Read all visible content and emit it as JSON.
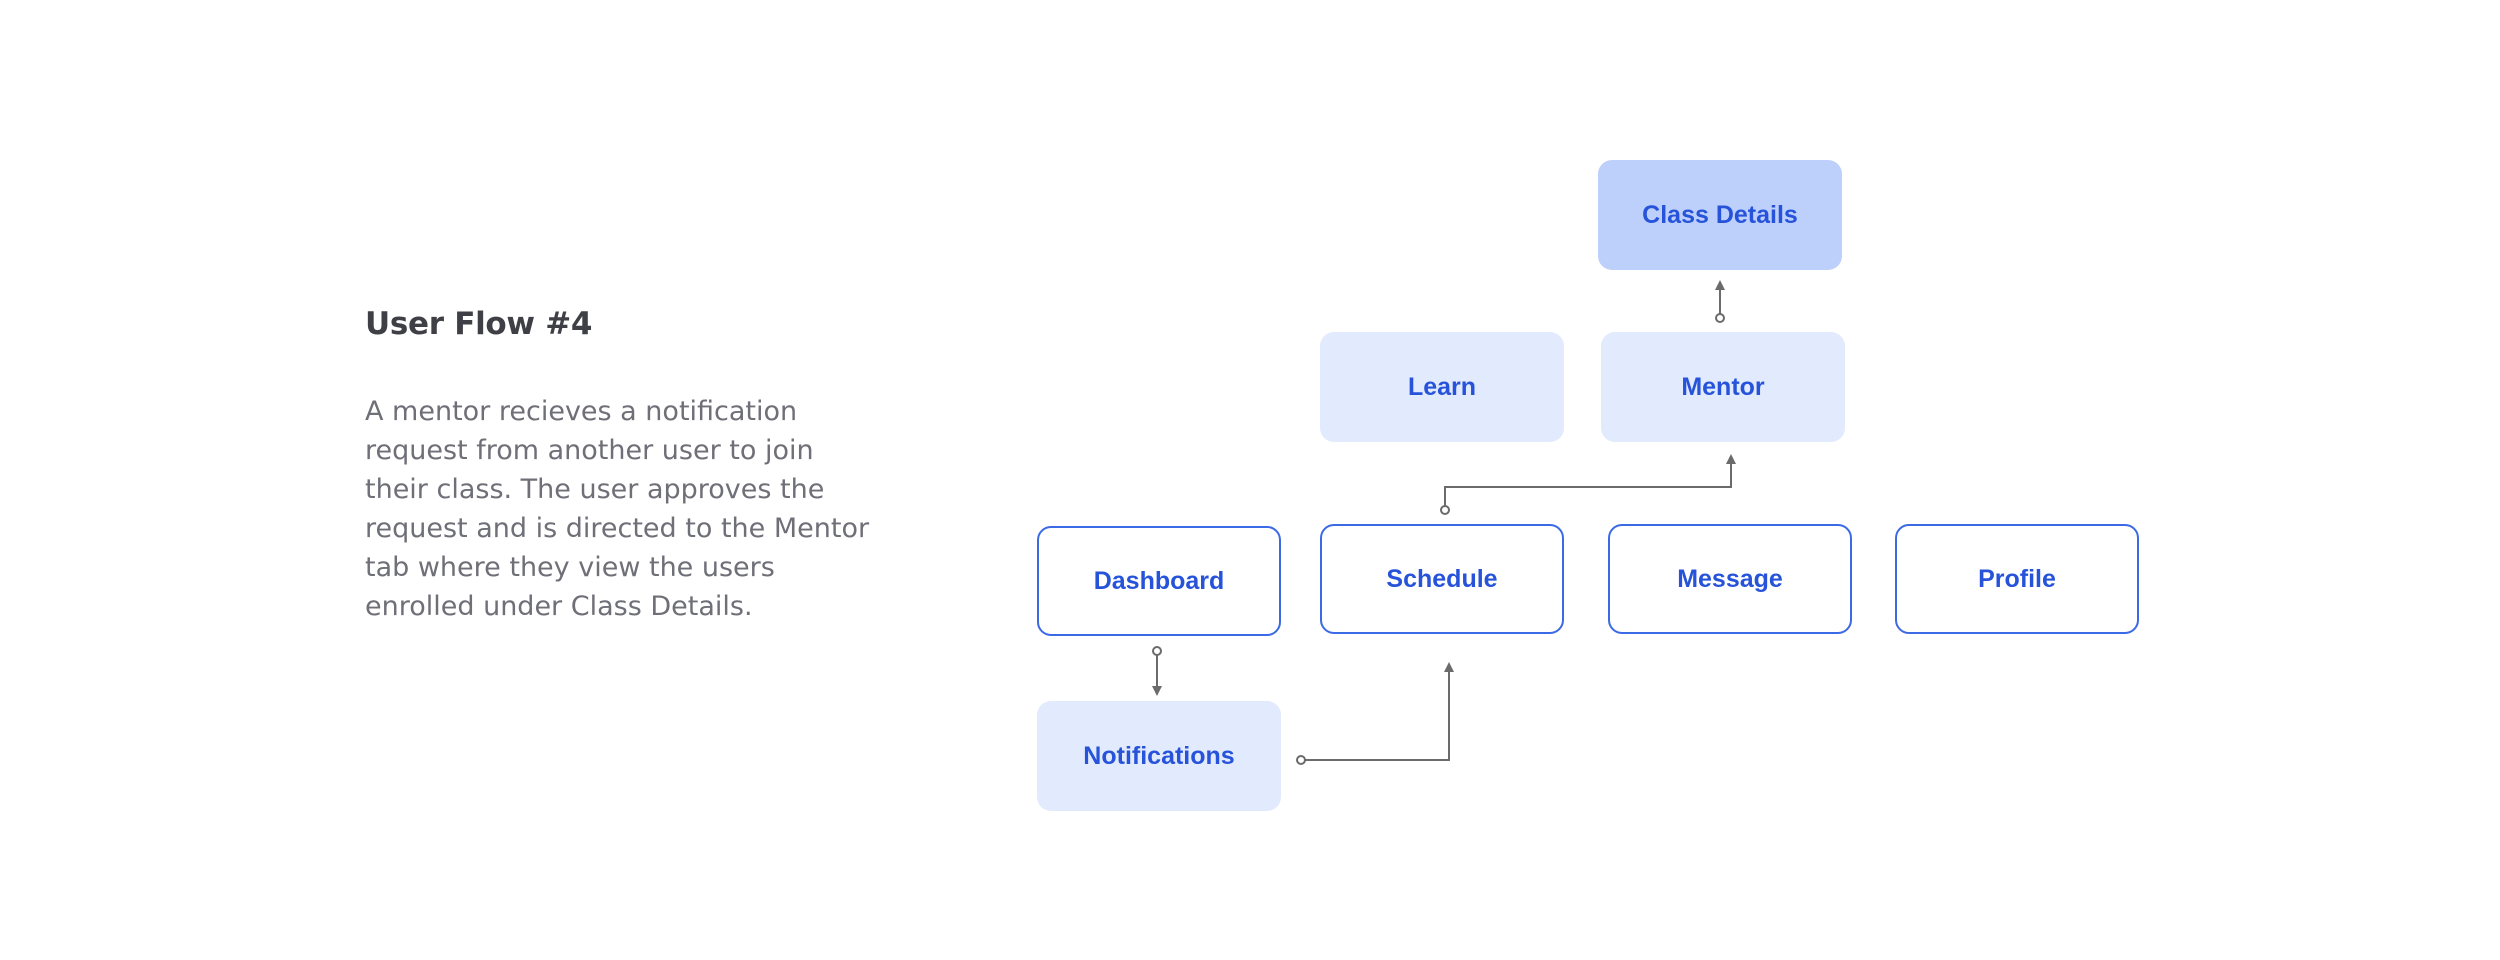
{
  "heading": "User Flow #4",
  "description": "A mentor recieves a notification request from another user to join their class. The user approves the request and is directed to the Mentor tab where they view the users enrolled under Class Details.",
  "nodes": {
    "class_details": "Class Details",
    "learn": "Learn",
    "mentor": "Mentor",
    "dashboard": "Dashboard",
    "schedule": "Schedule",
    "message": "Message",
    "profile": "Profile",
    "notifications": "Notifications"
  },
  "colors": {
    "accent": "#2653d9",
    "outline": "#3c6ae6",
    "fill_light": "#e2eafd",
    "fill_strong": "#bdd0fc",
    "connector": "#6b6b6b"
  }
}
